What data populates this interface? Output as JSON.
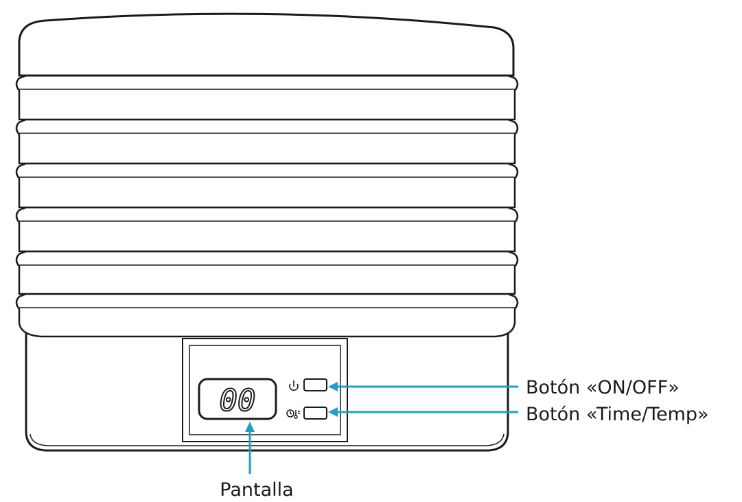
{
  "display": {
    "digits": "00"
  },
  "labels": {
    "on_off_button": "Botón «ON/OFF»",
    "time_temp_button": "Botón «Time/Temp»",
    "screen": "Pantalla"
  },
  "icons": {
    "power": "power-icon",
    "time_temp": "clock-thermometer-icon"
  },
  "colors": {
    "callout": "#1aa3c4",
    "outline": "#1a1a1a",
    "background": "#ffffff"
  }
}
